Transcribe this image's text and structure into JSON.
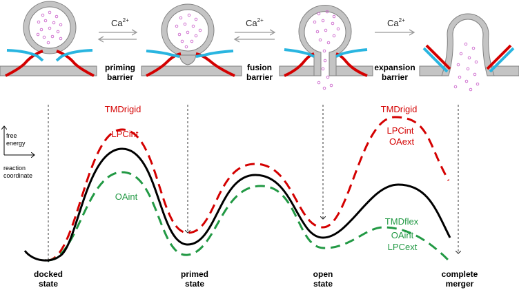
{
  "transitions": {
    "ca_label": "Ca",
    "ca_superscript": "2+"
  },
  "barriers": {
    "priming_line1": "priming",
    "priming_line2": "barrier",
    "fusion_line1": "fusion",
    "fusion_line2": "barrier",
    "expansion_line1": "expansion",
    "expansion_line2": "barrier"
  },
  "axes": {
    "y_line1": "free",
    "y_line2": "energy",
    "x_line1": "reaction",
    "x_line2": "coordinate"
  },
  "curve_labels": {
    "tmd_rigid_left": "TMDrigid",
    "lpc_int": "LPCint",
    "oa_int_left": "OAint",
    "tmd_rigid_right": "TMDrigid",
    "lpc_int_right": "LPCint",
    "oa_ext": "OAext",
    "tmd_flex": "TMDflex",
    "oa_int_right": "OAint",
    "lpc_ext": "LPCext"
  },
  "states": {
    "docked_line1": "docked",
    "docked_line2": "state",
    "primed_line1": "primed",
    "primed_line2": "state",
    "open_line1": "open",
    "open_line2": "state",
    "merger_line1": "complete",
    "merger_line2": "merger"
  },
  "colors": {
    "raised": "#d40000",
    "lowered": "#229944",
    "baseline": "#000000",
    "snare_blue": "#29b5e0",
    "membrane_gray": "#c4c4c4",
    "membrane_edge": "#808080",
    "vesicle_content": "#cc66cc",
    "arrow_gray": "#999999"
  }
}
